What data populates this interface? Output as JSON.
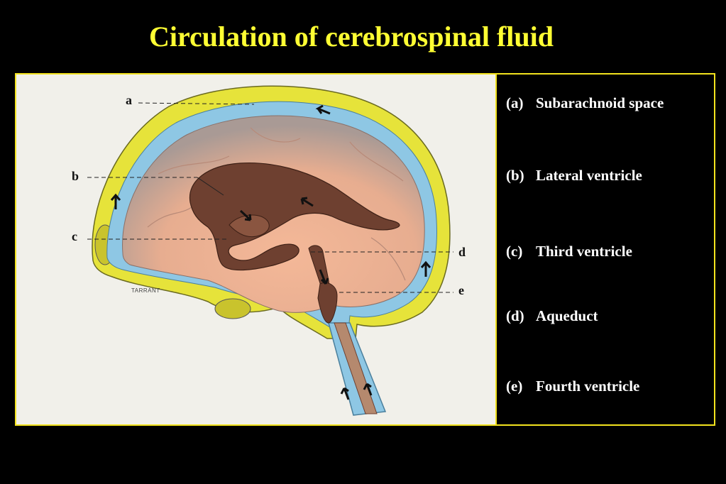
{
  "title": "Circulation of cerebrospinal fluid",
  "markers": {
    "a": "a",
    "b": "b",
    "c": "c",
    "d": "d",
    "e": "e"
  },
  "signature": "TARRANT",
  "legend": [
    {
      "key": "(a)",
      "label": "Subarachnoid space"
    },
    {
      "key": "(b)",
      "label": "Lateral ventricle"
    },
    {
      "key": "(c)",
      "label": "Third ventricle"
    },
    {
      "key": "(d)",
      "label": "Aqueduct"
    },
    {
      "key": "(e)",
      "label": "Fourth ventricle"
    }
  ],
  "colors": {
    "title": "#ffff33",
    "border": "#f2e21e",
    "skull": "#e6e33a",
    "csf": "#8ec7e4",
    "brain": "#e8a98a",
    "ventricle": "#6e4030"
  }
}
